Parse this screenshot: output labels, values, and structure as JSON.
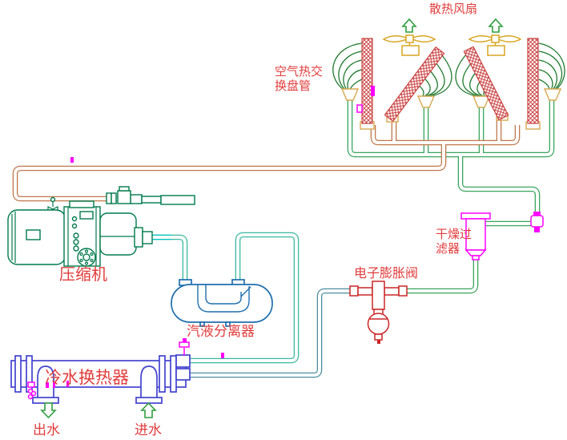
{
  "labels": {
    "fan": "散热风扇",
    "air_coil_1": "空气热交",
    "air_coil_2": "换盘管",
    "compressor": "压缩机",
    "separator": "汽液分离器",
    "filter_1": "干燥过",
    "filter_2": "滤器",
    "expansion_valve": "电子膨胀阀",
    "chiller": "冷水换热器",
    "water_out": "出水",
    "water_in": "进水"
  },
  "colors": {
    "red": "#e23d3d",
    "magenta": "#ff00ff",
    "pipe_brown": "#c0784c",
    "fitting_tan": "#d8a850",
    "coil_red": "#cc4444",
    "airflow_green": "#1f7a2f",
    "pipe_green": "#3aa55f",
    "pipe_teal": "#3cb8a0",
    "pipe_cyan": "#00c4c4",
    "pipe_blue_teal": "#4d8fa0",
    "vessel_blue": "#4343cf",
    "separator_blue": "#1f6fae",
    "compressor_green": "#007a4d",
    "fan_yellow": "#d9a520",
    "arrow_green": "#2f9e3f",
    "valve_red": "#cc2626"
  }
}
